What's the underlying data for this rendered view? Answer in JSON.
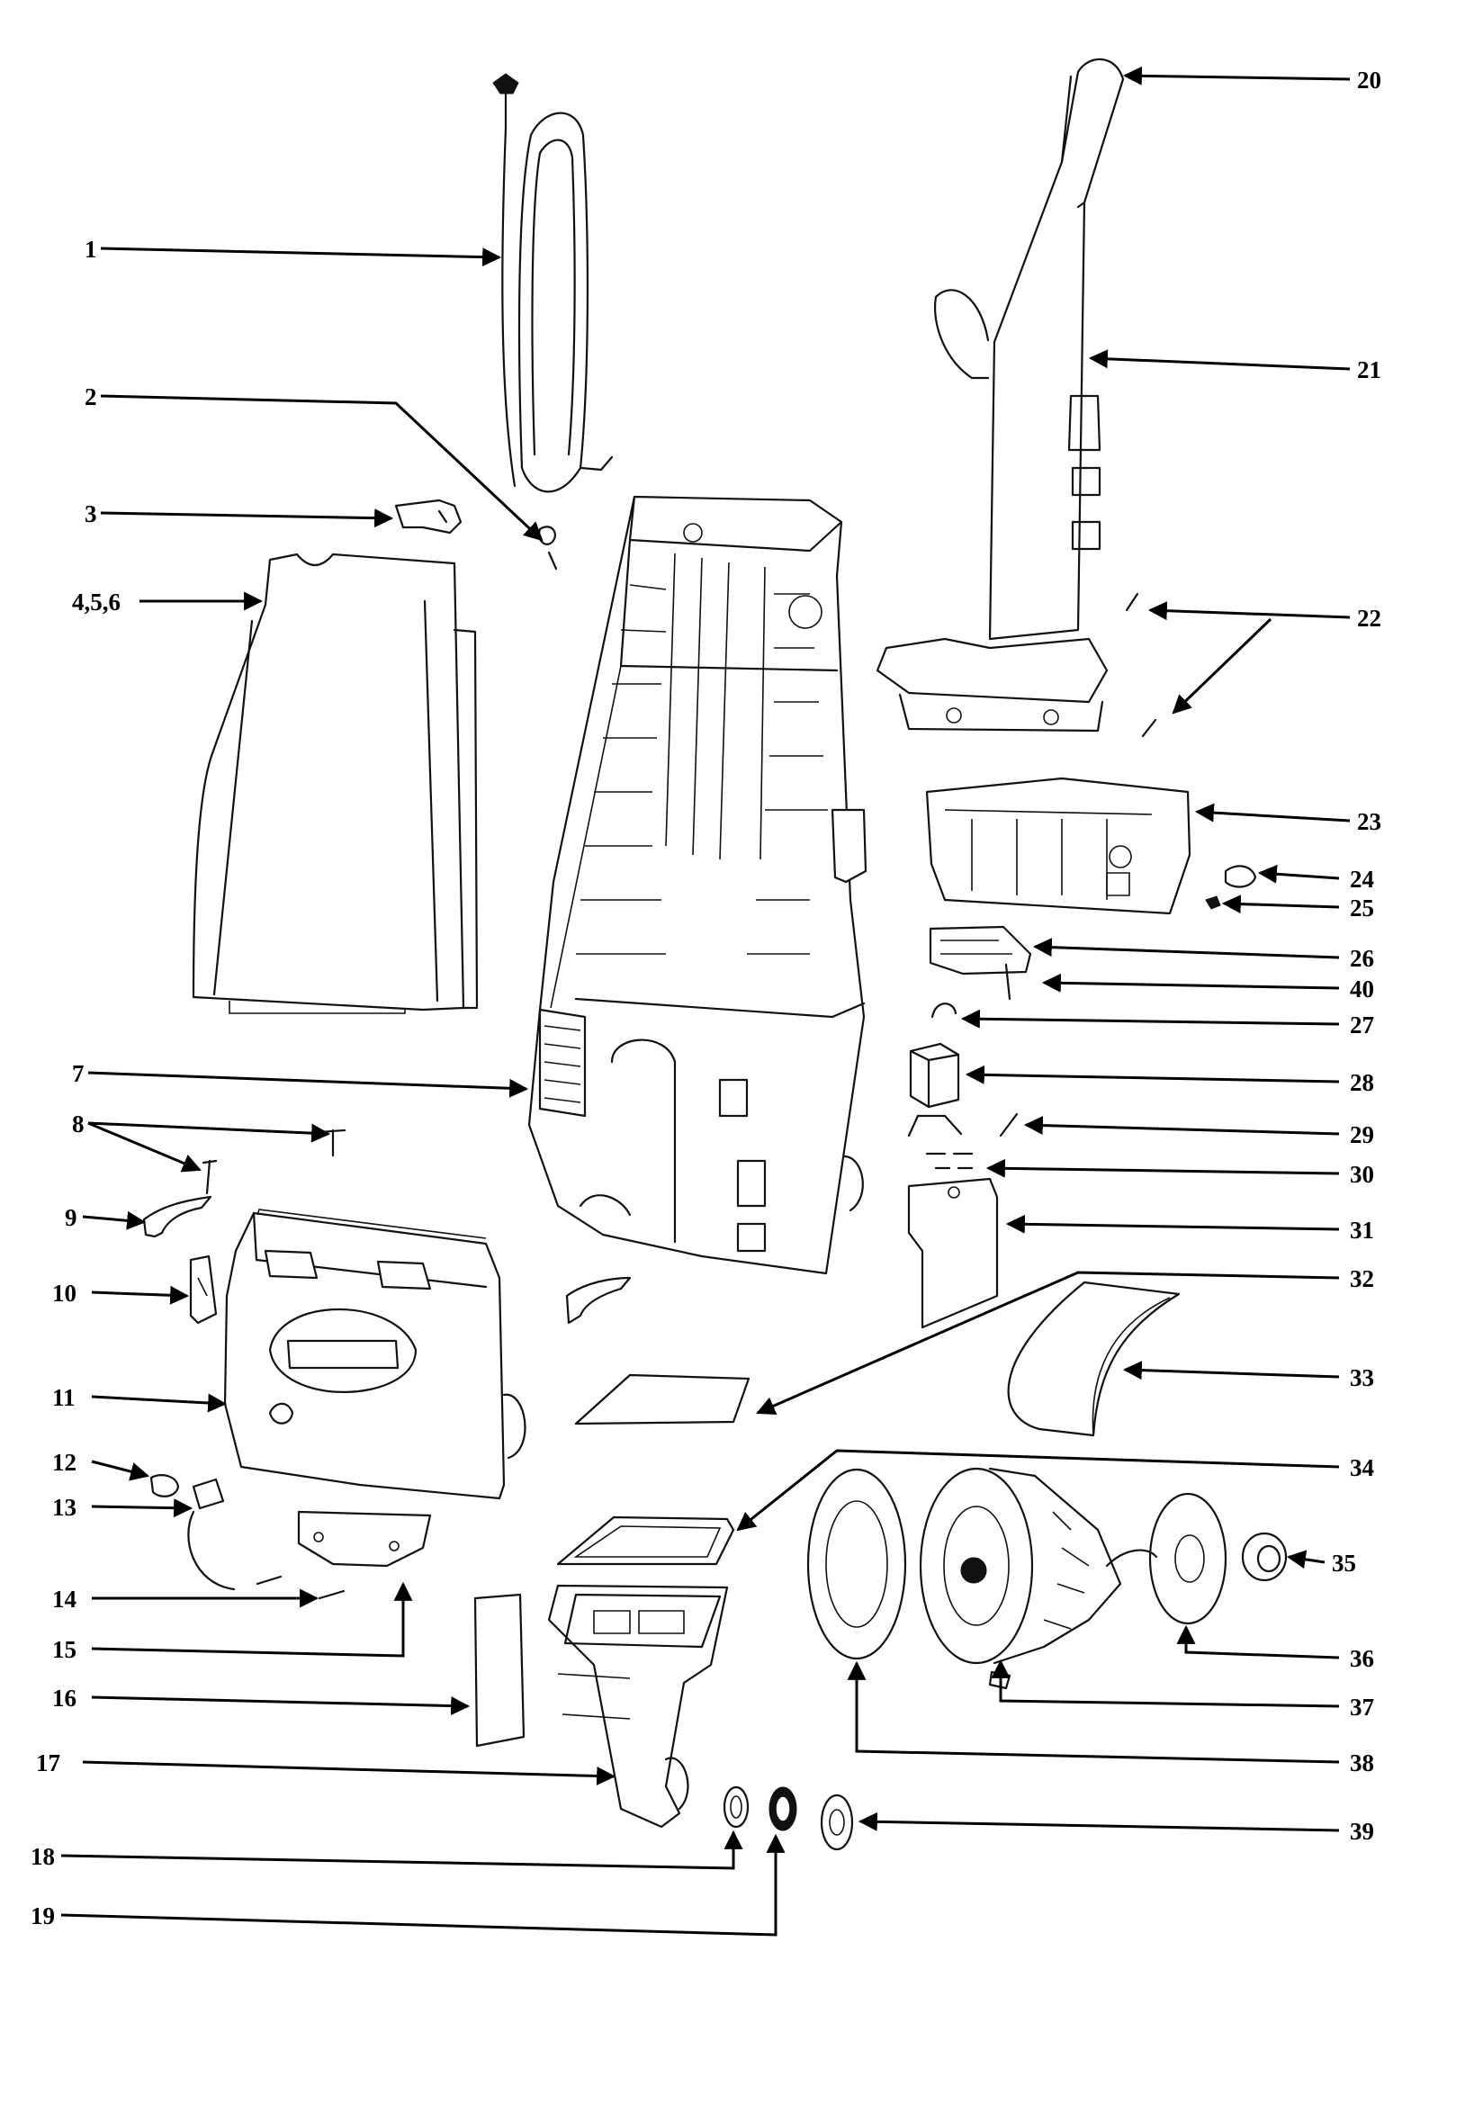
{
  "callouts": [
    {
      "id": "1",
      "label": "1"
    },
    {
      "id": "2",
      "label": "2"
    },
    {
      "id": "3",
      "label": "3"
    },
    {
      "id": "4-5-6",
      "label": "4,5,6"
    },
    {
      "id": "7",
      "label": "7"
    },
    {
      "id": "8",
      "label": "8"
    },
    {
      "id": "9",
      "label": "9"
    },
    {
      "id": "10",
      "label": "10"
    },
    {
      "id": "11",
      "label": "11"
    },
    {
      "id": "12",
      "label": "12"
    },
    {
      "id": "13",
      "label": "13"
    },
    {
      "id": "14",
      "label": "14"
    },
    {
      "id": "15",
      "label": "15"
    },
    {
      "id": "16",
      "label": "16"
    },
    {
      "id": "17",
      "label": "17"
    },
    {
      "id": "18",
      "label": "18"
    },
    {
      "id": "19",
      "label": "19"
    },
    {
      "id": "20",
      "label": "20"
    },
    {
      "id": "21",
      "label": "21"
    },
    {
      "id": "22",
      "label": "22"
    },
    {
      "id": "23",
      "label": "23"
    },
    {
      "id": "24",
      "label": "24"
    },
    {
      "id": "25",
      "label": "25"
    },
    {
      "id": "26",
      "label": "26"
    },
    {
      "id": "40",
      "label": "40"
    },
    {
      "id": "27",
      "label": "27"
    },
    {
      "id": "28",
      "label": "28"
    },
    {
      "id": "29",
      "label": "29"
    },
    {
      "id": "30",
      "label": "30"
    },
    {
      "id": "31",
      "label": "31"
    },
    {
      "id": "32",
      "label": "32"
    },
    {
      "id": "33",
      "label": "33"
    },
    {
      "id": "34",
      "label": "34"
    },
    {
      "id": "35",
      "label": "35"
    },
    {
      "id": "36",
      "label": "36"
    },
    {
      "id": "37",
      "label": "37"
    },
    {
      "id": "38",
      "label": "38"
    },
    {
      "id": "39",
      "label": "39"
    }
  ]
}
